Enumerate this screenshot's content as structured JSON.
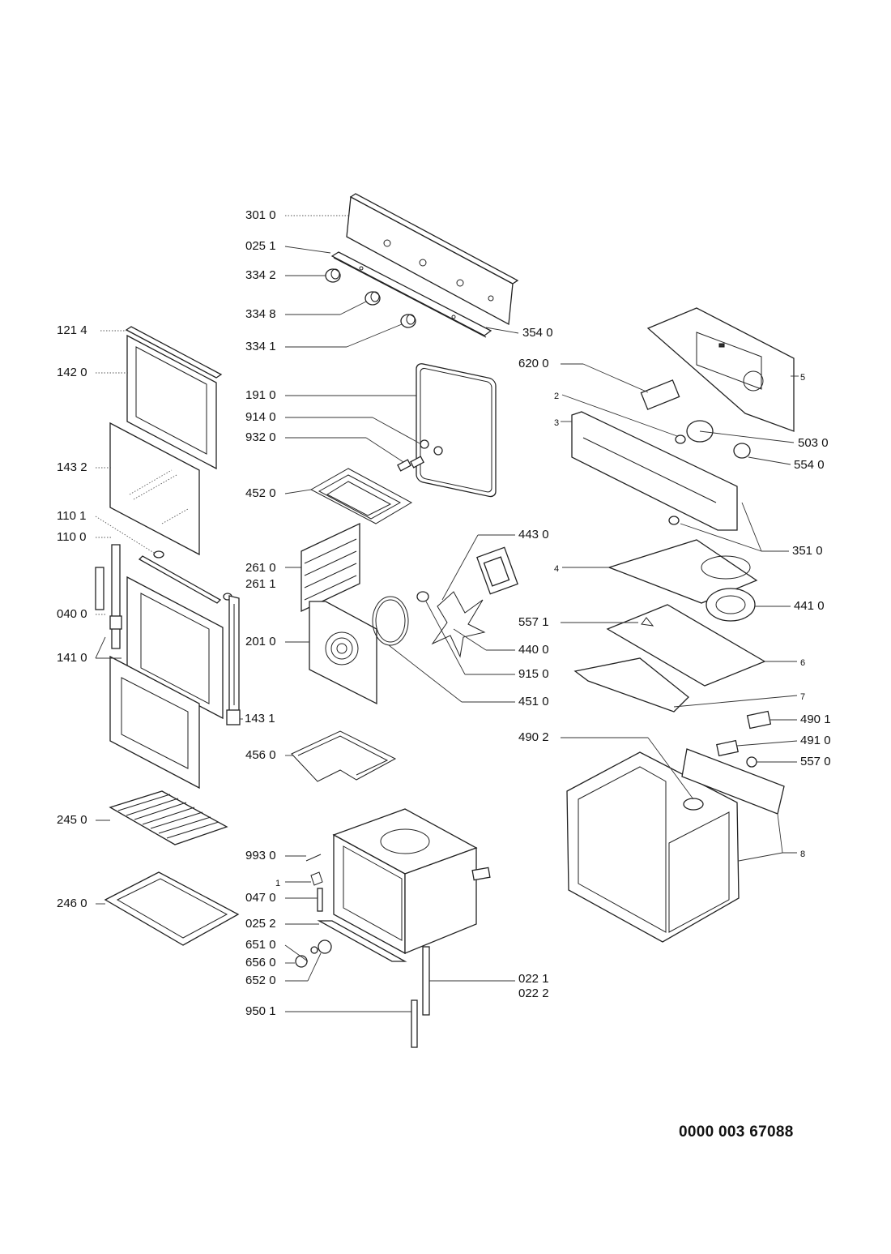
{
  "labels": [
    {
      "name": "label-301-0",
      "text": "301 0"
    },
    {
      "name": "label-025-1",
      "text": "025 1"
    },
    {
      "name": "label-334-2",
      "text": "334 2"
    },
    {
      "name": "label-334-8",
      "text": "334 8"
    },
    {
      "name": "label-334-1",
      "text": "334 1"
    },
    {
      "name": "label-354-0",
      "text": "354 0"
    },
    {
      "name": "label-121-4",
      "text": "121 4"
    },
    {
      "name": "label-142-0",
      "text": "142 0"
    },
    {
      "name": "label-143-2",
      "text": "143 2"
    },
    {
      "name": "label-110-1",
      "text": "110 1"
    },
    {
      "name": "label-110-0",
      "text": "110 0"
    },
    {
      "name": "label-040-0",
      "text": "040 0"
    },
    {
      "name": "label-141-0",
      "text": "141 0"
    },
    {
      "name": "label-143-1",
      "text": "143 1"
    },
    {
      "name": "label-245-0",
      "text": "245 0"
    },
    {
      "name": "label-246-0",
      "text": "246 0"
    },
    {
      "name": "label-191-0",
      "text": "191 0"
    },
    {
      "name": "label-914-0",
      "text": "914 0"
    },
    {
      "name": "label-932-0",
      "text": "932 0"
    },
    {
      "name": "label-452-0",
      "text": "452 0"
    },
    {
      "name": "label-261-0",
      "text": "261 0"
    },
    {
      "name": "label-261-1",
      "text": "261 1"
    },
    {
      "name": "label-201-0",
      "text": "201 0"
    },
    {
      "name": "label-456-0",
      "text": "456 0"
    },
    {
      "name": "label-993-0",
      "text": "993 0"
    },
    {
      "name": "label-1",
      "text": "1"
    },
    {
      "name": "label-047-0",
      "text": "047 0"
    },
    {
      "name": "label-025-2",
      "text": "025 2"
    },
    {
      "name": "label-651-0",
      "text": "651 0"
    },
    {
      "name": "label-656-0",
      "text": "656 0"
    },
    {
      "name": "label-652-0",
      "text": "652 0"
    },
    {
      "name": "label-950-1",
      "text": "950 1"
    },
    {
      "name": "label-022-1",
      "text": "022 1"
    },
    {
      "name": "label-022-2",
      "text": "022 2"
    },
    {
      "name": "label-443-0",
      "text": "443 0"
    },
    {
      "name": "label-440-0",
      "text": "440 0"
    },
    {
      "name": "label-915-0",
      "text": "915 0"
    },
    {
      "name": "label-451-0",
      "text": "451 0"
    },
    {
      "name": "label-620-0",
      "text": "620 0"
    },
    {
      "name": "label-2",
      "text": "2"
    },
    {
      "name": "label-3",
      "text": "3"
    },
    {
      "name": "label-5",
      "text": "5"
    },
    {
      "name": "label-503-0",
      "text": "503 0"
    },
    {
      "name": "label-554-0",
      "text": "554 0"
    },
    {
      "name": "label-351-0",
      "text": "351 0"
    },
    {
      "name": "label-4",
      "text": "4"
    },
    {
      "name": "label-441-0",
      "text": "441 0"
    },
    {
      "name": "label-557-1",
      "text": "557 1"
    },
    {
      "name": "label-6",
      "text": "6"
    },
    {
      "name": "label-7",
      "text": "7"
    },
    {
      "name": "label-490-1",
      "text": "490 1"
    },
    {
      "name": "label-490-2",
      "text": "490 2"
    },
    {
      "name": "label-491-0",
      "text": "491 0"
    },
    {
      "name": "label-557-0",
      "text": "557 0"
    },
    {
      "name": "label-8",
      "text": "8"
    }
  ],
  "document_number": "0000 003 67088"
}
